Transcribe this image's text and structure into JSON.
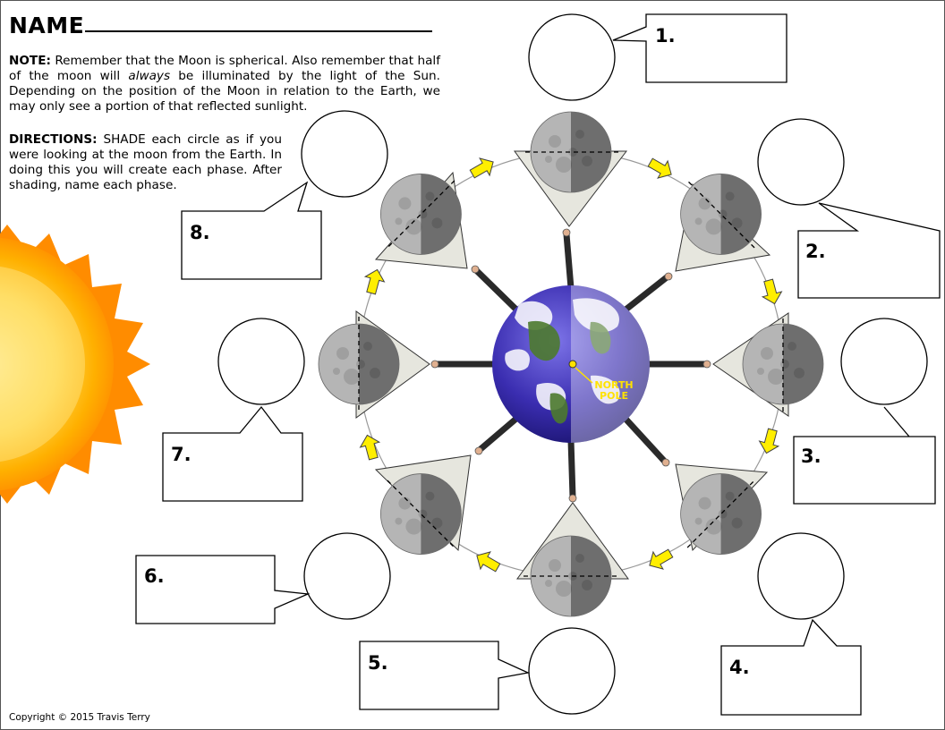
{
  "header": {
    "name_label": "NAME",
    "note_label": "NOTE:",
    "note_text_1": "Remember that the Moon is spherical. Also remember that half of the moon will",
    "note_em": "always",
    "note_text_2": "be illuminated by the light of the Sun. Depending on the position of the Moon in relation to the Earth, we may only see a portion of that reflected sunlight.",
    "directions_label": "DIRECTIONS:",
    "directions_text": "SHADE each circle as if you were looking at the moon from the Earth. In doing this you will create each phase. After shading, name each phase."
  },
  "diagram": {
    "earth_label_line1": "NORTH",
    "earth_label_line2": "POLE",
    "callouts": [
      "1.",
      "2.",
      "3.",
      "4.",
      "5.",
      "6.",
      "7.",
      "8."
    ]
  },
  "colors": {
    "sun_outer": "#ffb300",
    "sun_inner": "#ffd24a",
    "sun_rays": "#ff8c00",
    "arrow": "#ffee00",
    "moon_light": "#b5b5b5",
    "moon_dark": "#6e6e6e",
    "earth": "#3e2fb4"
  },
  "footer": {
    "copyright": "Copyright © 2015 Travis Terry"
  }
}
